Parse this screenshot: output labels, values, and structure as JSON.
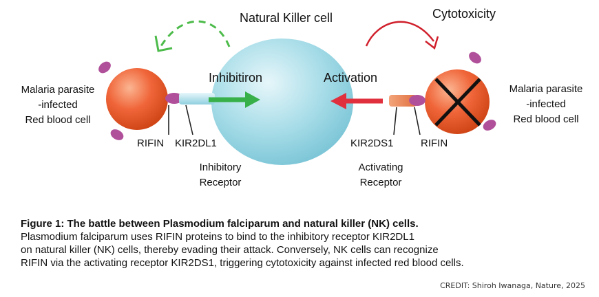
{
  "diagram": {
    "nk_cell_label": "Natural Killer cell",
    "cytotoxicity_label": "Cytotoxicity",
    "inhibition_label": "Inhibitiron",
    "activation_label": "Activation",
    "left_cell": {
      "line1": "Malaria parasite",
      "line2": "-infected",
      "line3": "Red blood cell"
    },
    "right_cell": {
      "line1": "Malaria parasite",
      "line2": "-infected",
      "line3": "Red blood cell"
    },
    "rifin_left": "RIFIN",
    "kir2dl1": "KIR2DL1",
    "inhibitory_receptor_line1": "Inhibitory",
    "inhibitory_receptor_line2": "Receptor",
    "kir2ds1": "KIR2DS1",
    "rifin_right": "RIFIN",
    "activating_receptor_line1": "Activating",
    "activating_receptor_line2": "Receptor",
    "colors": {
      "nk_cell": "#a8dde8",
      "red_blood_cell": "#f0663a",
      "rifin": "#b0509a",
      "inhibition_arrow": "#38b04a",
      "activation_arrow": "#e0303e",
      "cytotoxicity_arrow": "#d0202c"
    }
  },
  "caption": {
    "title": "Figure 1: The battle between Plasmodium falciparum and natural killer (NK) cells.",
    "line1": "Plasmodium falciparum uses RIFIN proteins to bind to the inhibitory receptor KIR2DL1",
    "line2": "on natural killer (NK) cells, thereby evading their attack. Conversely, NK cells can recognize",
    "line3": "RIFIN via the activating receptor KIR2DS1, triggering cytotoxicity against infected red blood cells."
  },
  "credit": {
    "label": "CREDIT:",
    "text": "Shiroh Iwanaga, Nature, 2025"
  }
}
